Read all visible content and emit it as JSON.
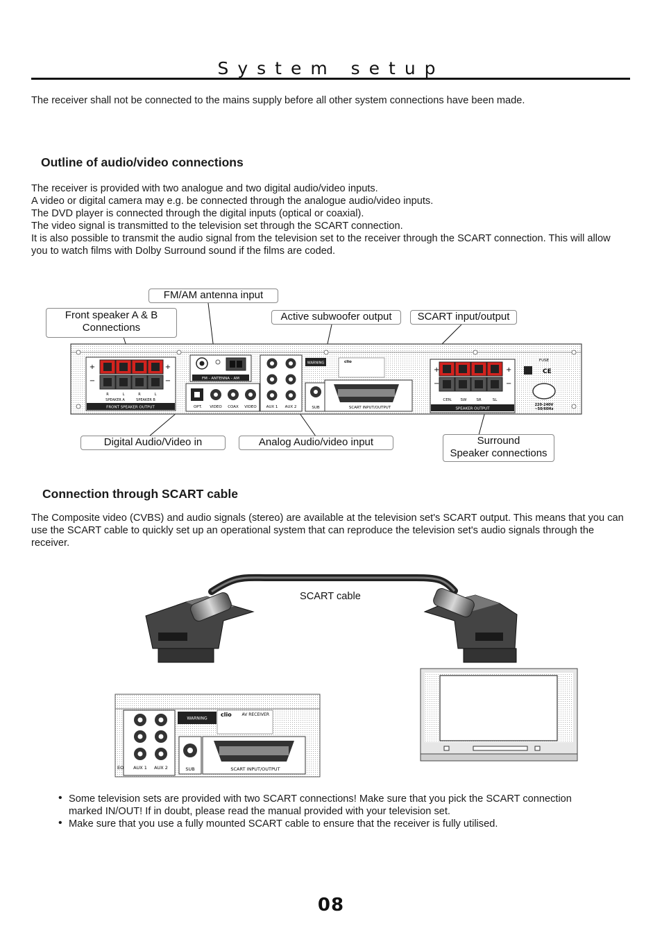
{
  "header": {
    "title": "System setup"
  },
  "intro": "The receiver shall not be connected to the mains supply before all other system connections have been made.",
  "section1": {
    "heading": "Outline of audio/video connections",
    "lines": [
      "The receiver is provided with two analogue and two digital audio/video inputs.",
      "A video or digital camera may e.g. be connected through the analogue audio/video inputs.",
      "The DVD player is connected through the digital inputs (optical or coaxial).",
      "The video signal is transmitted to the television set through the SCART connection.",
      "It is also possible to transmit the audio signal from the television set to the receiver through the SCART connection. This will allow you to watch films with Dolby Surround sound if the films are coded."
    ]
  },
  "callouts": {
    "fm_am": "FM/AM antenna input",
    "front_speaker_1": "Front speaker A & B",
    "front_speaker_2": "Connections",
    "active_sub": "Active subwoofer output",
    "scart_io": "SCART input/output",
    "digital_av": "Digital Audio/Video in",
    "analog_av": "Analog Audio/video input",
    "surround_1": "Surround",
    "surround_2": "Speaker connections"
  },
  "panel_labels": {
    "front_speaker_output": "FRONT SPEAKER OUTPUT",
    "speaker_a": "SPEAKER A",
    "speaker_b": "SPEAKER B",
    "ch_r": "R",
    "ch_l": "L",
    "antenna": "FM  -  ANTENNA  -  AM",
    "opt": "OPT.",
    "video": "VIDEO",
    "coax": "COAX",
    "aux1": "AUX 1",
    "aux2": "AUX 2",
    "sub": "SUB",
    "scart_io": "SCART INPUT/OUTPUT",
    "speaker_output": "SPEAKER OUTPUT",
    "cen": "CEN.",
    "sw": "SW",
    "sr": "SR",
    "sl": "SL",
    "fuse": "FUSE",
    "ce": "CE",
    "voltage_1": "220-240V",
    "voltage_2": "~50/60Hz",
    "warning": "WARNING",
    "brand": "clio",
    "av_receiver": "AV RECEIVER",
    "crop_eo": "EO",
    "plus": "+",
    "minus": "−"
  },
  "section2": {
    "heading": "Connection through SCART cable",
    "text": "The Composite video (CVBS) and audio signals (stereo) are available at the television set's SCART output. This means that you can use the SCART cable to quickly set up an operational system that can reproduce the television set's audio signals through the receiver.",
    "cable_label": "SCART cable"
  },
  "bullets": [
    "Some television sets are provided with two SCART connections! Make sure that you pick the SCART connection marked IN/OUT! If in doubt, please read the manual provided with your television set.",
    "Make sure that you use a fully mounted SCART cable to ensure that the receiver is fully utilised."
  ],
  "page_number": "08"
}
